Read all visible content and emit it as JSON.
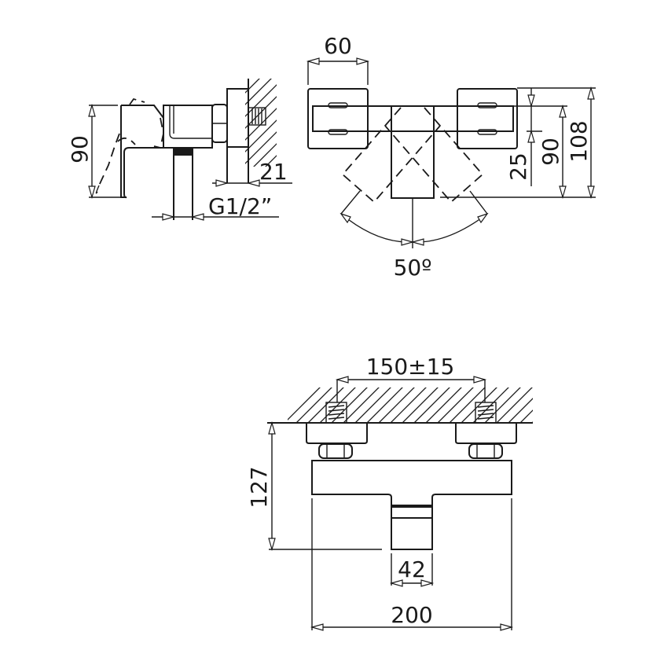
{
  "drawing": {
    "subject": "wall-mounted shower mixer technical drawing",
    "colors": {
      "line": "#1a1a1a",
      "background": "#ffffff"
    },
    "views": {
      "side": {
        "dimensions": {
          "height": "90",
          "wall_projection": "21",
          "outlet_thread": "G1/2”"
        }
      },
      "top": {
        "dimensions": {
          "escutcheon_width": "60",
          "handle_offset": "25",
          "body_depth": "90",
          "total_depth": "108",
          "handle_rotation": "50º"
        }
      },
      "front": {
        "dimensions": {
          "inlet_centers": "150±15",
          "total_height": "127",
          "outlet_width": "42",
          "total_width": "200"
        }
      }
    }
  }
}
